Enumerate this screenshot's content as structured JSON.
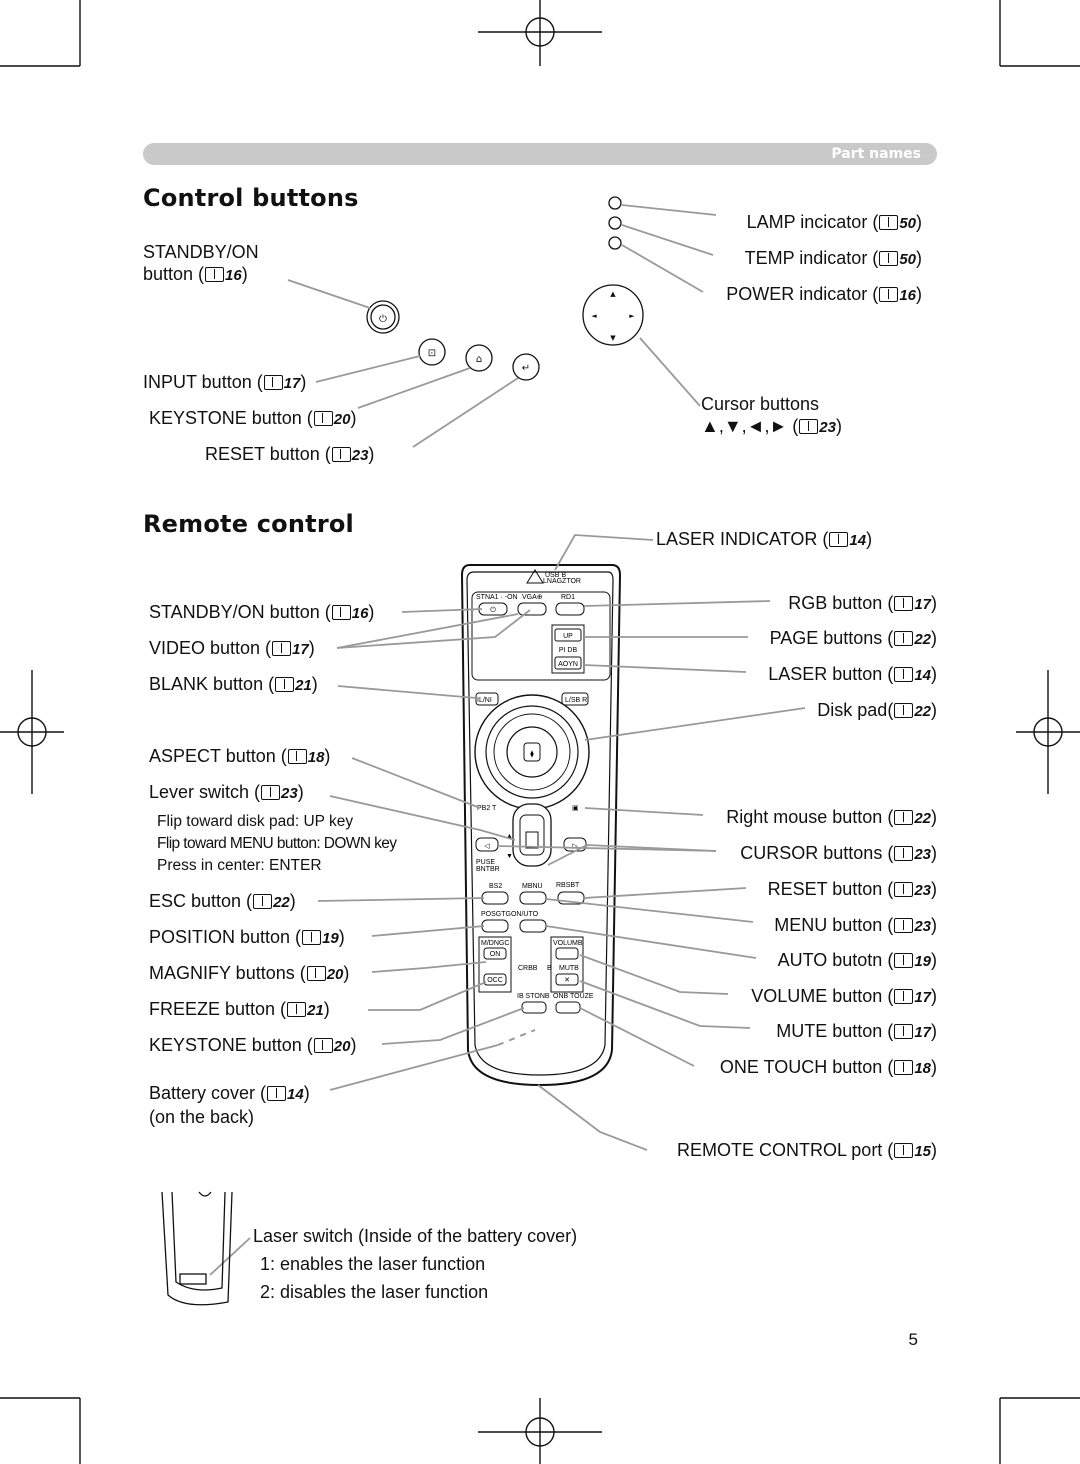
{
  "header": {
    "section": "Part names"
  },
  "control_buttons": {
    "title": "Control buttons",
    "standby_line1": "STANDBY/ON",
    "standby_line2": "button (",
    "standby_ref": "16",
    "lamp": "LAMP incicator (",
    "lamp_ref": "50",
    "temp": "TEMP indicator (",
    "temp_ref": "50",
    "power": "POWER indicator (",
    "power_ref": "16",
    "input": "INPUT button (",
    "input_ref": "17",
    "keystone": "KEYSTONE button (",
    "keystone_ref": "20",
    "reset": "RESET button (",
    "reset_ref": "23",
    "cursor_line1": "Cursor buttons",
    "cursor_line2": "▲,▼,◄,► (",
    "cursor_ref": "23"
  },
  "remote": {
    "title": "Remote control",
    "left": [
      {
        "text": "STANDBY/ON button (",
        "ref": "16"
      },
      {
        "text": "VIDEO button (",
        "ref": "17"
      },
      {
        "text": "BLANK button (",
        "ref": "21"
      },
      {
        "text": "ASPECT button (",
        "ref": "18"
      },
      {
        "text": "Lever switch (",
        "ref": "23"
      },
      {
        "text": "ESC button (",
        "ref": "22"
      },
      {
        "text": "POSITION button (",
        "ref": "19"
      },
      {
        "text": "MAGNIFY buttons (",
        "ref": "20"
      },
      {
        "text": "FREEZE button (",
        "ref": "21"
      },
      {
        "text": "KEYSTONE button (",
        "ref": "20"
      },
      {
        "text": "Battery cover (",
        "ref": "14"
      }
    ],
    "battery_sub": "(on the back)",
    "lever_notes": [
      "Flip toward disk pad: UP key",
      "Flip toward MENU button: DOWN  key",
      "Press in center: ENTER"
    ],
    "right": [
      {
        "text": "LASER INDICATOR (",
        "ref": "14"
      },
      {
        "text": "RGB button (",
        "ref": "17"
      },
      {
        "text": "PAGE buttons (",
        "ref": "22"
      },
      {
        "text": "LASER button (",
        "ref": "14"
      },
      {
        "text": "Disk pad(",
        "ref": "22"
      },
      {
        "text": "Right mouse button (",
        "ref": "22"
      },
      {
        "text": "CURSOR buttons (",
        "ref": "23"
      },
      {
        "text": "RESET button (",
        "ref": "23"
      },
      {
        "text": "MENU button (",
        "ref": "23"
      },
      {
        "text": "AUTO butotn (",
        "ref": "19"
      },
      {
        "text": "VOLUME button (",
        "ref": "17"
      },
      {
        "text": "MUTE  button (",
        "ref": "17"
      },
      {
        "text": "ONE TOUCH button (",
        "ref": "18"
      },
      {
        "text": "REMOTE CONTROL port (",
        "ref": "15"
      }
    ],
    "laser_switch": [
      "Laser switch (Inside of the battery cover)",
      "1: enables the laser function",
      "2: disables the laser function"
    ]
  },
  "page_number": "5"
}
